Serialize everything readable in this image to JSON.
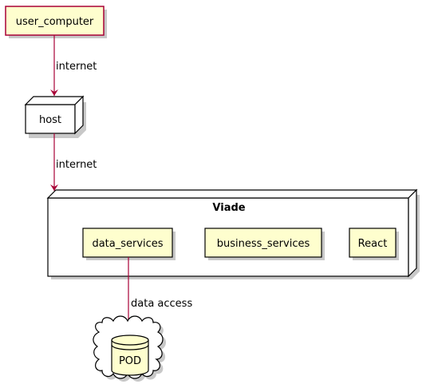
{
  "nodes": {
    "user_computer": "user_computer",
    "host": "host",
    "viade": "Viade",
    "data_services": "data_services",
    "business_services": "business_services",
    "react": "React",
    "pod": "POD"
  },
  "edges": {
    "user_to_host": "internet",
    "host_to_viade": "internet",
    "data_to_pod": "data access"
  },
  "colors": {
    "component_fill": "#FEFECE",
    "component_border": "#A80036",
    "arrow": "#A80036",
    "node_fill": "#FFFFFF",
    "stroke": "#000000",
    "shadow": "#C8C8C8"
  }
}
